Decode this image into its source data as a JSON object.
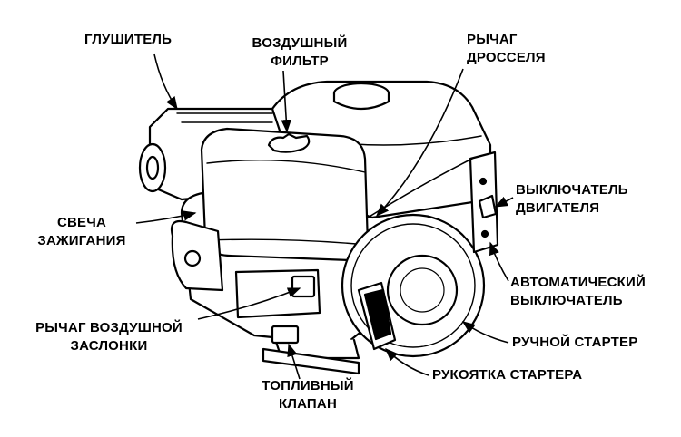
{
  "labels": {
    "muffler": [
      "ГЛУШИТЕЛЬ"
    ],
    "air_filter": [
      "ВОЗДУШНЫЙ",
      "ФИЛЬТР"
    ],
    "throttle_lever": [
      "РЫЧАГ",
      "ДРОССЕЛЯ"
    ],
    "engine_switch": [
      "ВЫКЛЮЧАТЕЛЬ",
      "ДВИГАТЕЛЯ"
    ],
    "spark_plug": [
      "СВЕЧА",
      "ЗАЖИГАНИЯ"
    ],
    "auto_breaker": [
      "АВТОМАТИЧЕСКИЙ",
      "ВЫКЛЮЧАТЕЛЬ"
    ],
    "choke_lever": [
      "РЫЧАГ ВОЗДУШНОЙ",
      "ЗАСЛОНКИ"
    ],
    "recoil_starter": [
      "РУЧНОЙ СТАРТЕР"
    ],
    "starter_grip": [
      "РУКОЯТКА СТАРТЕРА"
    ],
    "fuel_valve": [
      "ТОПЛИВНЫЙ",
      "КЛАПАН"
    ]
  },
  "colors": {
    "ink": "#000000",
    "paper": "#ffffff"
  }
}
